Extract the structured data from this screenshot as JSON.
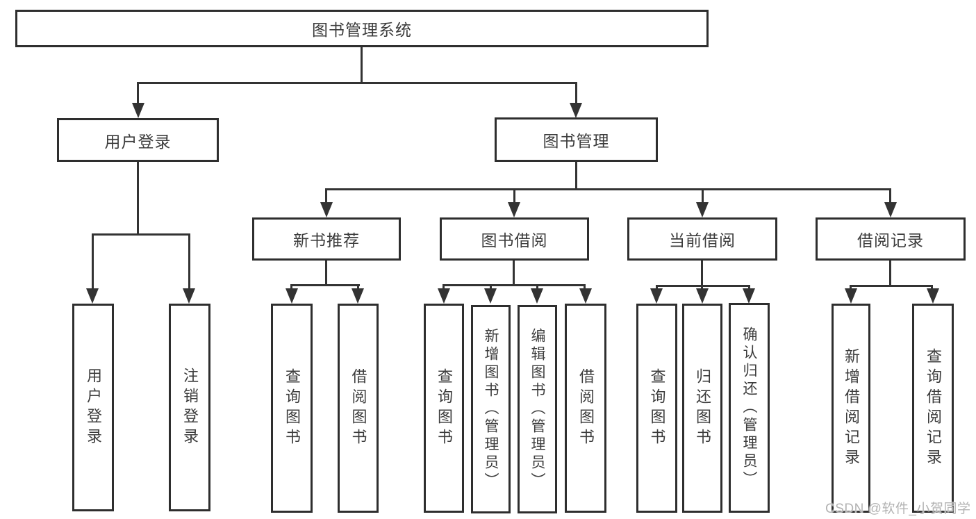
{
  "diagram": {
    "type": "tree-structure-chart",
    "line_color": "#333333",
    "text_color": "#3c3c3c",
    "background": "#ffffff",
    "nodes": {
      "root": {
        "label": "图书管理系统"
      },
      "user_login": {
        "label": "用户登录"
      },
      "book_mgmt": {
        "label": "图书管理"
      },
      "new_book_rec": {
        "label": "新书推荐"
      },
      "book_borrow": {
        "label": "图书借阅"
      },
      "current_borrow": {
        "label": "当前借阅"
      },
      "borrow_record": {
        "label": "借阅记录"
      },
      "leaf_user_login": {
        "label": "用户登录"
      },
      "leaf_logout": {
        "label": "注销登录"
      },
      "leaf_query_book_1": {
        "label": "查询图书"
      },
      "leaf_borrow_book_1": {
        "label": "借阅图书"
      },
      "leaf_query_book_2": {
        "label": "查询图书"
      },
      "leaf_add_book": {
        "label": "新增图书（管理员）"
      },
      "leaf_edit_book": {
        "label": "编辑图书（管理员）"
      },
      "leaf_borrow_book_2": {
        "label": "借阅图书"
      },
      "leaf_query_book_3": {
        "label": "查询图书"
      },
      "leaf_return_book": {
        "label": "归还图书"
      },
      "leaf_confirm_return": {
        "label": "确认归还（管理员）"
      },
      "leaf_add_record": {
        "label": "新增借阅记录"
      },
      "leaf_query_record": {
        "label": "查询借阅记录"
      }
    },
    "structure": [
      {
        "parent": "图书管理系统",
        "children": [
          "用户登录",
          "图书管理"
        ]
      },
      {
        "parent": "用户登录",
        "children": [
          "用户登录",
          "注销登录"
        ]
      },
      {
        "parent": "图书管理",
        "children": [
          "新书推荐",
          "图书借阅",
          "当前借阅",
          "借阅记录"
        ]
      },
      {
        "parent": "新书推荐",
        "children": [
          "查询图书",
          "借阅图书"
        ]
      },
      {
        "parent": "图书借阅",
        "children": [
          "查询图书",
          "新增图书（管理员）",
          "编辑图书（管理员）",
          "借阅图书"
        ]
      },
      {
        "parent": "当前借阅",
        "children": [
          "查询图书",
          "归还图书",
          "确认归还（管理员）"
        ]
      },
      {
        "parent": "借阅记录",
        "children": [
          "新增借阅记录",
          "查询借阅记录"
        ]
      }
    ]
  },
  "watermark": {
    "text": "CSDN @软件_小贺同学"
  }
}
